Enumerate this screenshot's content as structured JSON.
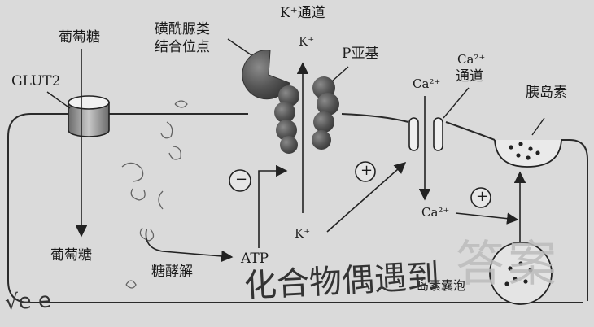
{
  "labels": {
    "glucose_top": "葡萄糖",
    "glucose_bottom": "葡萄糖",
    "glut2": "GLUT2",
    "sulfonylurea_line1": "磺酰脲类",
    "sulfonylurea_line2": "结合位点",
    "k_channel": "K⁺通道",
    "k_top": "K⁺",
    "p_subunit": "P亚基",
    "ca_channel_line1": "Ca²⁺",
    "ca_channel_line2": "通道",
    "ca_top": "Ca²⁺",
    "insulin": "胰岛素",
    "ca_bottom": "Ca²⁺",
    "k_bottom": "K⁺",
    "glycolysis": "糖酵解",
    "atp": "ATP",
    "vesicle_partial": "岛素囊泡",
    "inhibit_sign": "−",
    "promote_sign_1": "+",
    "promote_sign_2": "+"
  },
  "handwriting": {
    "bottom_text": "化合物偶遇到",
    "left_scribble": "√e e"
  },
  "watermark": "答案"
}
